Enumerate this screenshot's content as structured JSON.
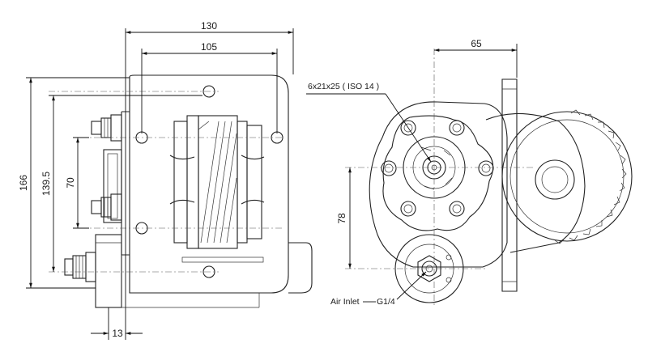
{
  "dimensions": {
    "d130": "130",
    "d105": "105",
    "d166": "166",
    "d139_5": "139.5",
    "d70": "70",
    "d13": "13",
    "d65": "65",
    "d78": "78"
  },
  "labels": {
    "spline": "6x21x25 ( ISO 14 )",
    "air_inlet": "Air Inlet",
    "thread": "G1/4"
  }
}
